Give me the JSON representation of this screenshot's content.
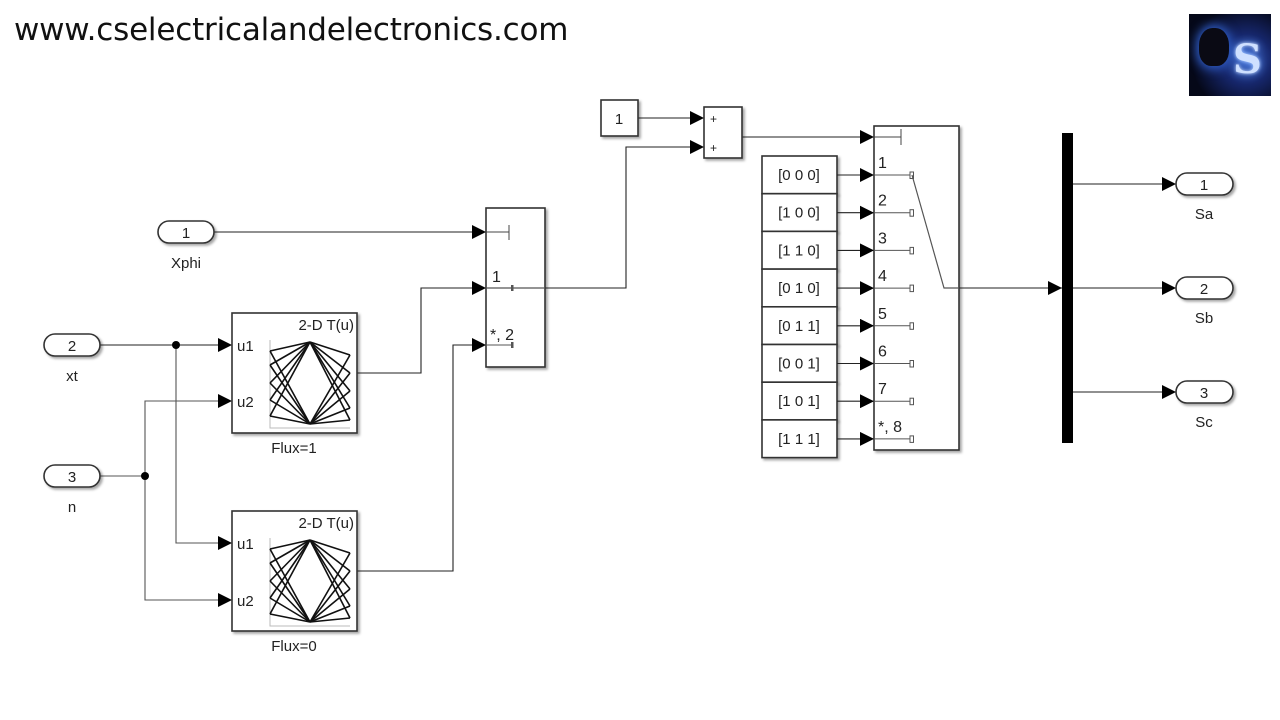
{
  "header": {
    "site_url": "www.cselectricalandelectronics.com",
    "logo_icon": "cs-logo-icon"
  },
  "inports": [
    {
      "number": "1",
      "name": "Xphi"
    },
    {
      "number": "2",
      "name": "xt"
    },
    {
      "number": "3",
      "name": "n"
    }
  ],
  "lookup_tables": [
    {
      "title": "2-D T(u)",
      "input1": "u1",
      "input2": "u2",
      "name": "Flux=1"
    },
    {
      "title": "2-D T(u)",
      "input1": "u1",
      "input2": "u2",
      "name": "Flux=0"
    }
  ],
  "flux_switch": {
    "port1_label": "1",
    "port2_label": "*, 2"
  },
  "constant_one": {
    "value": "1"
  },
  "sum_block": {
    "sign1": "+",
    "sign2": "+"
  },
  "vector_constants": [
    "[0 0 0]",
    "[1 0 0]",
    "[1 1 0]",
    "[0 1 0]",
    "[0 1 1]",
    "[0 0 1]",
    "[1 0 1]",
    "[1 1 1]"
  ],
  "multiport_switch": {
    "port_labels": [
      "1",
      "2",
      "3",
      "4",
      "5",
      "6",
      "7",
      "*, 8"
    ]
  },
  "outports": [
    {
      "number": "1",
      "name": "Sa"
    },
    {
      "number": "2",
      "name": "Sb"
    },
    {
      "number": "3",
      "name": "Sc"
    }
  ]
}
